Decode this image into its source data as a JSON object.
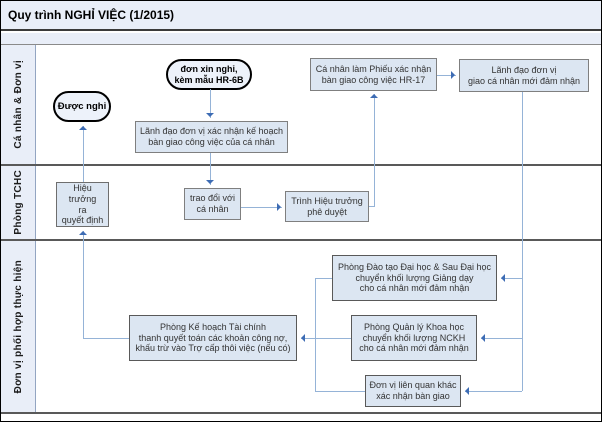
{
  "title": "Quy trình NGHỈ VIỆC (1/2015)",
  "lanes": [
    {
      "label": "Cá nhân & Đơn vị"
    },
    {
      "label": "Phòng TCHC"
    },
    {
      "label": "Đơn vị phối hợp thực hiện"
    }
  ],
  "nodes": {
    "duoc_nghi": "Được nghỉ",
    "don_xin_nghi": "đơn xin nghỉ,\nkèm mẫu HR-6B",
    "lanh_dao_xac_nhan": "Lãnh đạo đơn vị xác nhận kế hoạch\nbàn giao công việc của cá nhân",
    "ca_nhan_lam_phieu": "Cá nhân làm Phiếu xác nhận\nbàn giao công việc HR-17",
    "lanh_dao_giao": "Lãnh đạo đơn vị\ngiao cá nhân mới đảm nhận",
    "hieu_truong": "Hiệu trưởng\nra\nquyết định",
    "trao_doi": "trao đổi với\ncá nhân",
    "trinh_hieu_truong": "Trình Hiệu trưởng\nphê duyệt",
    "phong_dao_tao": "Phòng Đào tạo Đại học & Sau Đại học\nchuyển khối lượng Giảng dạy\ncho cá nhân mới đảm nhận",
    "phong_quan_ly": "Phòng Quản lý Khoa học\nchuyển khối lượng NCKH\ncho cá nhân mới đảm nhận",
    "don_vi_lien_quan": "Đơn vị liên quan khác\nxác nhận bàn giao",
    "phong_ke_hoach": "Phòng Kế hoạch Tài chính\nthanh quyết toán các khoản công nợ,\nkhấu trừ vào Trợ cấp thôi việc (nếu có)"
  },
  "colors": {
    "header_bg": "#e9eef8",
    "box_fill": "#dce6f2",
    "box_border": "#7f7f7f",
    "lane_divider": "#595959",
    "connector_line": "#95b3d7",
    "arrowhead": "#3d6cb4",
    "terminator_border": "#000000"
  }
}
